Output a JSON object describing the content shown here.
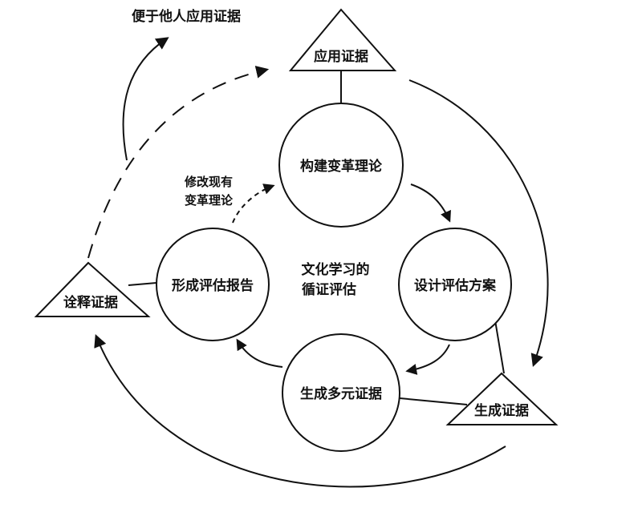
{
  "nodes": {
    "construct": "构建变革理论",
    "design": "设计评估方案",
    "generate_multi": "生成多元证据",
    "report": "形成评估报告"
  },
  "triangles": {
    "apply": "应用证据",
    "generate": "生成证据",
    "interpret": "诠释证据"
  },
  "center": {
    "line1": "文化学习的",
    "line2": "循证评估"
  },
  "annotations": {
    "top": "便于他人应用证据",
    "modify_line1": "修改现有",
    "modify_line2": "变革理论"
  }
}
